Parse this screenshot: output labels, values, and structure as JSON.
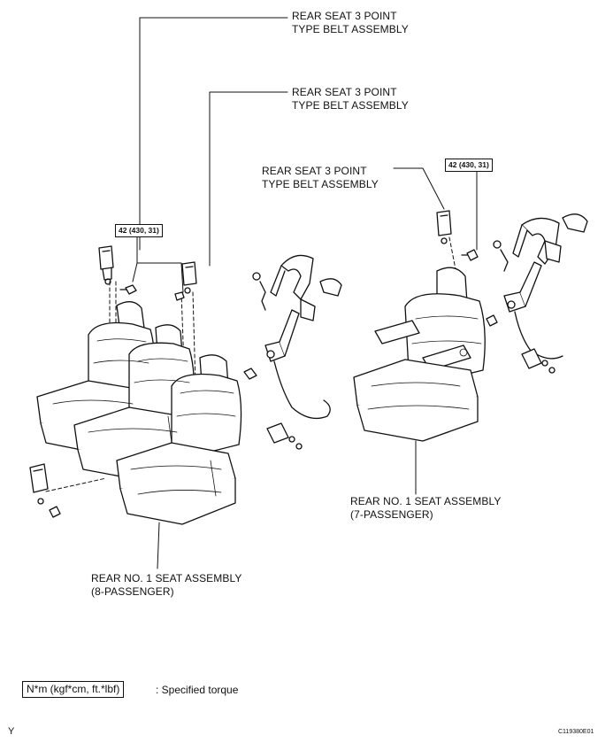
{
  "labels": {
    "belt_1": [
      "REAR SEAT 3 POINT",
      "TYPE BELT ASSEMBLY"
    ],
    "belt_2": [
      "REAR SEAT 3 POINT",
      "TYPE BELT ASSEMBLY"
    ],
    "belt_3": [
      "REAR SEAT 3 POINT",
      "TYPE BELT ASSEMBLY"
    ],
    "seat_8p": [
      "REAR NO. 1 SEAT ASSEMBLY",
      "(8-PASSENGER)"
    ],
    "seat_7p": [
      "REAR NO. 1 SEAT ASSEMBLY",
      "(7-PASSENGER)"
    ]
  },
  "torque": {
    "left": "42 (430, 31)",
    "right": "42 (430, 31)"
  },
  "legend": {
    "box": "N*m (kgf*cm, ft.*lbf)",
    "text": ": Specified torque"
  },
  "footer": {
    "left": "Y",
    "right": "C119380E01"
  }
}
